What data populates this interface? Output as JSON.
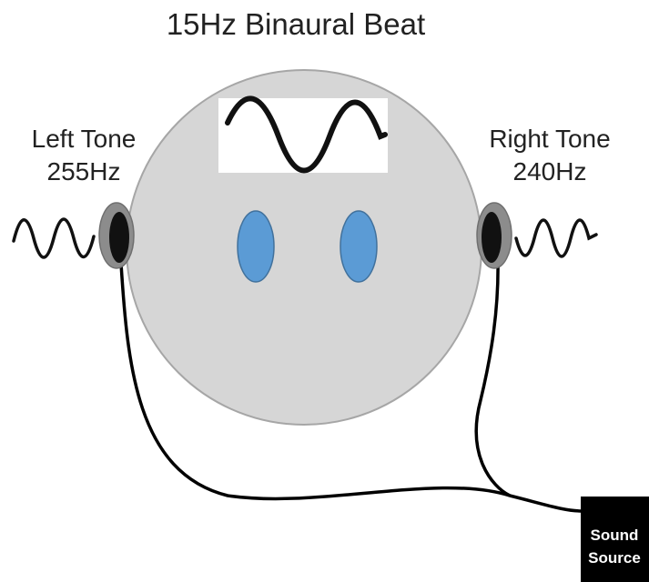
{
  "title": "15Hz Binaural Beat",
  "left_tone": {
    "label": "Left Tone",
    "frequency": "255Hz"
  },
  "right_tone": {
    "label": "Right Tone",
    "frequency": "240Hz"
  },
  "sound_source": {
    "line1": "Sound",
    "line2": "Source"
  },
  "colors": {
    "head_fill": "#d6d6d6",
    "head_stroke": "#a6a6a6",
    "eye_fill": "#5b9bd5",
    "eye_stroke": "#41719c",
    "wave": "#111111",
    "cable": "#000000",
    "earpiece_outer": "#8c8c8c",
    "earpiece_inner": "#111111",
    "source_box": "#000000"
  }
}
